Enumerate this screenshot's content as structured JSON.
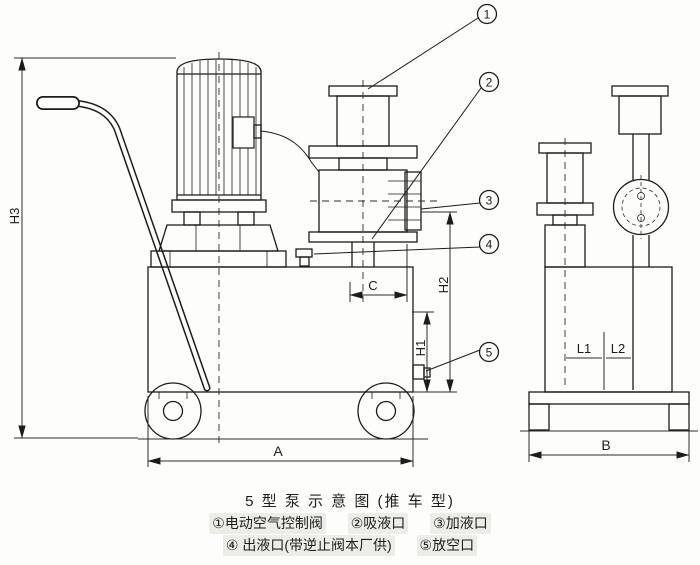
{
  "caption": {
    "title": "5 型 泵 示 意 图 (推 车 型)",
    "legend_row1": [
      "①电动空气控制阀",
      "②吸液口",
      "③加液口"
    ],
    "legend_row2": [
      "④ 出液口(带逆止阀本厂供)",
      "⑤放空口"
    ]
  },
  "dims": {
    "h3": "H3",
    "h2": "H2",
    "h1": "H1",
    "a": "A",
    "b": "B",
    "c": "C",
    "l1": "L1",
    "l2": "L2"
  },
  "callouts": {
    "n1": "1",
    "n2": "2",
    "n3": "3",
    "n4": "4",
    "n5": "5"
  }
}
